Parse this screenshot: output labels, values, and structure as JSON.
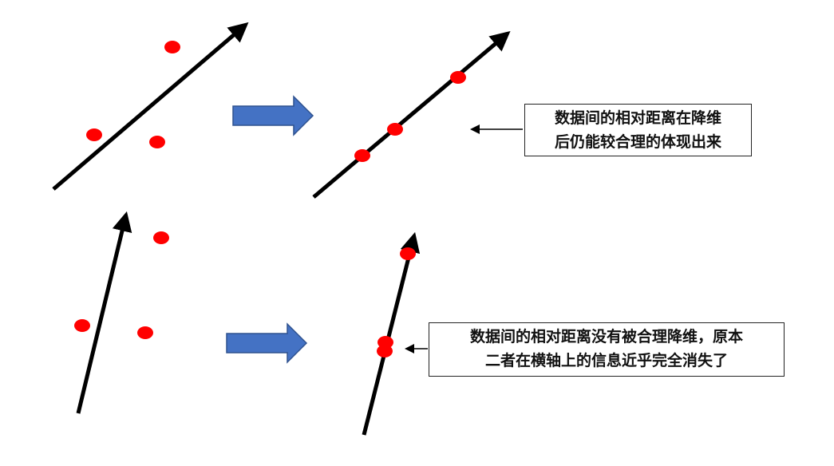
{
  "callouts": {
    "top": {
      "line1": "数据间的相对距离在降维",
      "line2": "后仍能较合理的体现出来"
    },
    "bottom": {
      "line1": "数据间的相对距离没有被合理降维，原本",
      "line2": "二者在横轴上的信息近乎完全消失了"
    }
  },
  "colors": {
    "point": "#ff0000",
    "axis": "#000000",
    "block_arrow": "#4472c4",
    "block_arrow_border": "#2f528f"
  }
}
